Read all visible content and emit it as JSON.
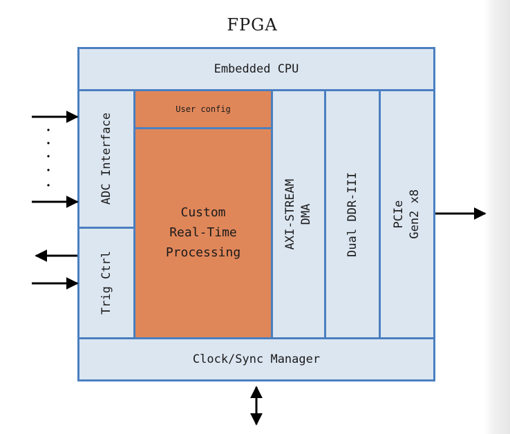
{
  "diagram": {
    "title": "FPGA",
    "blocks": {
      "embedded_cpu": "Embedded CPU",
      "adc_interface": "ADC Interface",
      "trig_ctrl": "Trig Ctrl",
      "user_config": "User config",
      "custom_processing": "Custom\nReal-Time\nProcessing",
      "axi_stream_dma": "AXI-STREAM\nDMA",
      "dual_ddr": "Dual DDR-III",
      "pcie": "PCIe\nGen2 x8",
      "clock_sync": "Clock/Sync Manager"
    },
    "colors": {
      "border": "#4a7fc0",
      "block_fill": "#dce6f1",
      "processing_fill": "#e0875a",
      "arrow": "#000000"
    }
  }
}
